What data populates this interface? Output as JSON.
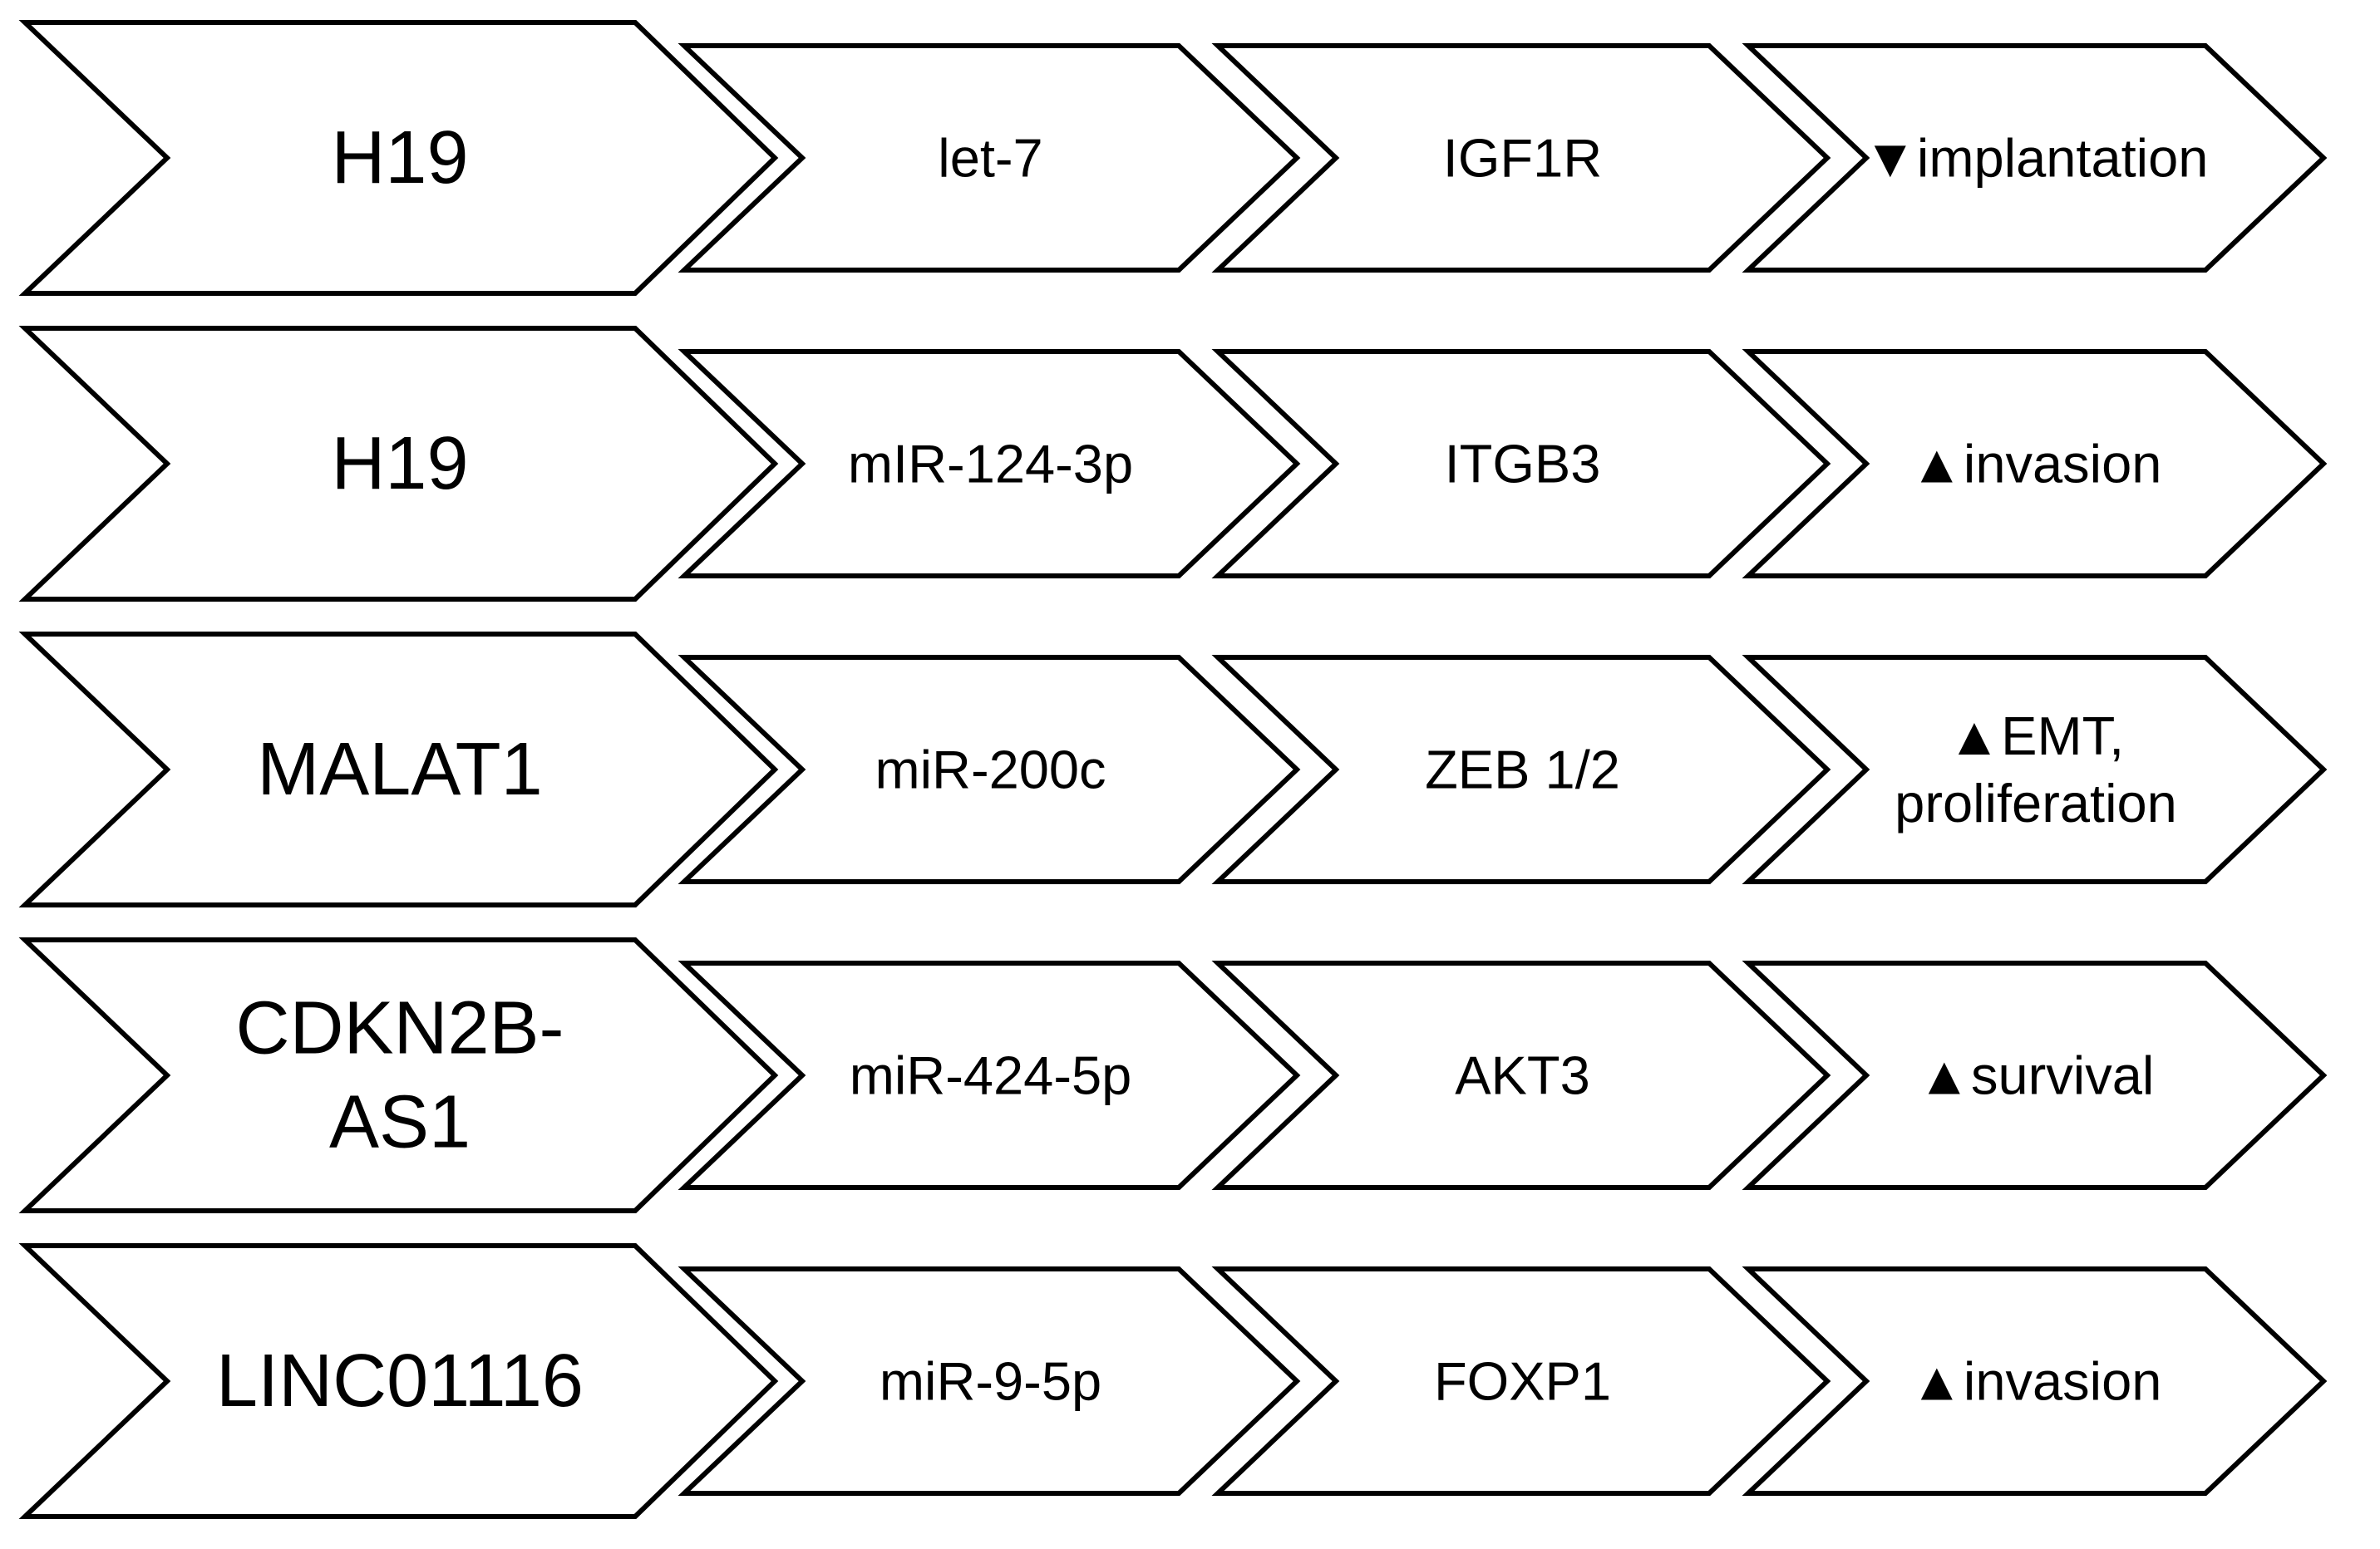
{
  "diagram": {
    "description": "lncRNA ceRNA pathway chevron diagram: lncRNA > miRNA > target gene > functional effect",
    "colors": {
      "background": "#ffffff",
      "shape_fill": "#ffffff",
      "shape_stroke": "#000000",
      "text": "#000000"
    },
    "effect_icons": {
      "decrease": "filled-down-triangle-icon",
      "increase": "filled-up-triangle-icon"
    },
    "rows": [
      {
        "cells": [
          {
            "lines": [
              "H19"
            ]
          },
          {
            "lines": [
              "let-7"
            ]
          },
          {
            "lines": [
              "IGF1R"
            ]
          },
          {
            "lines": [
              "▼implantation"
            ],
            "direction": "decrease"
          }
        ]
      },
      {
        "cells": [
          {
            "lines": [
              "H19"
            ]
          },
          {
            "lines": [
              "mIR-124-3p"
            ]
          },
          {
            "lines": [
              "ITGB3"
            ]
          },
          {
            "lines": [
              "▲invasion"
            ],
            "direction": "increase"
          }
        ]
      },
      {
        "cells": [
          {
            "lines": [
              "MALAT1"
            ]
          },
          {
            "lines": [
              "miR-200c"
            ]
          },
          {
            "lines": [
              "ZEB 1/2"
            ]
          },
          {
            "lines": [
              "▲EMT,",
              "proliferation"
            ],
            "direction": "increase"
          }
        ]
      },
      {
        "cells": [
          {
            "lines": [
              "CDKN2B-",
              "AS1"
            ]
          },
          {
            "lines": [
              "miR-424-5p"
            ]
          },
          {
            "lines": [
              "AKT3"
            ]
          },
          {
            "lines": [
              "▲survival"
            ],
            "direction": "increase"
          }
        ]
      },
      {
        "cells": [
          {
            "lines": [
              "LINC01116"
            ]
          },
          {
            "lines": [
              "miR-9-5p"
            ]
          },
          {
            "lines": [
              "FOXP1"
            ]
          },
          {
            "lines": [
              "▲invasion"
            ],
            "direction": "increase"
          }
        ]
      }
    ]
  }
}
